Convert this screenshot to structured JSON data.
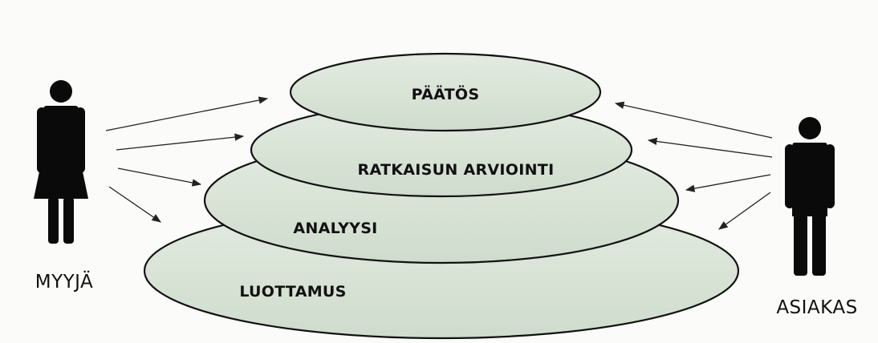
{
  "diagram": {
    "colors": {
      "layer_fill_top": "#e3ebe0",
      "layer_fill_bottom": "#cfdccd",
      "outline": "#111111",
      "figure": "#0a0a0a",
      "arrow": "#222222"
    },
    "layers": {
      "top": "PÄÄTÖS",
      "second": "RATKAISUN ARVIOINTI",
      "third": "ANALYYSI",
      "bottom": "LUOTTAMUS"
    },
    "people": {
      "left": {
        "label": "MYYJÄ",
        "icon": "female-person-icon"
      },
      "right": {
        "label": "ASIAKAS",
        "icon": "male-person-icon"
      }
    }
  }
}
